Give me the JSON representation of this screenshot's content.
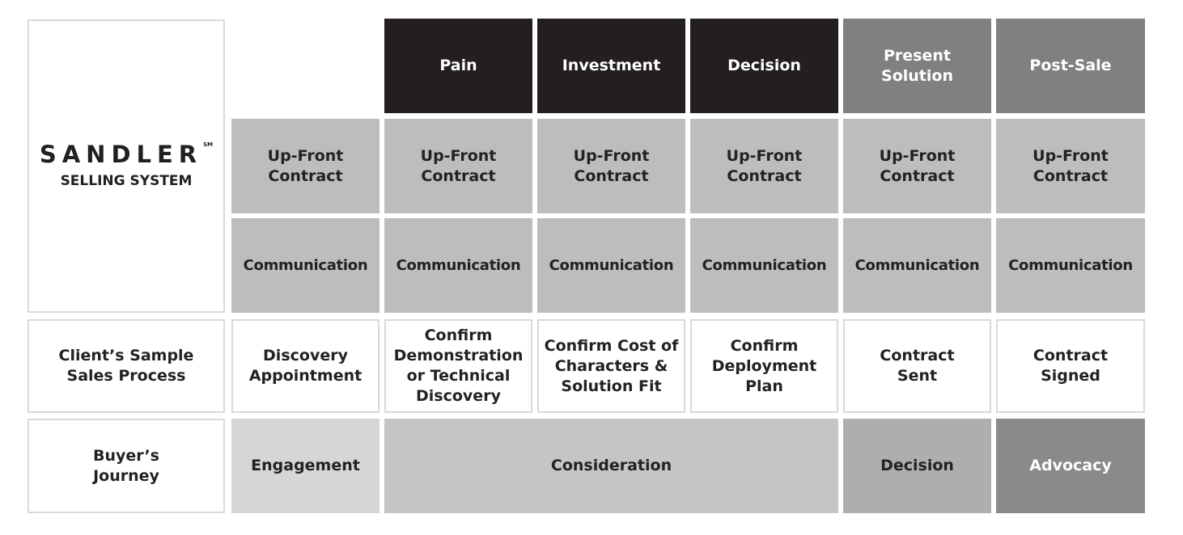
{
  "logo": {
    "brand": "SANDLER",
    "trademark": "SM",
    "subtitle": "SELLING SYSTEM"
  },
  "header_stages": [
    "Pain",
    "Investment",
    "Decision",
    "Present\nSolution",
    "Post-Sale"
  ],
  "upfront_row": [
    "Up-Front\nContract",
    "Up-Front\nContract",
    "Up-Front\nContract",
    "Up-Front\nContract",
    "Up-Front\nContract",
    "Up-Front\nContract"
  ],
  "communication_row": [
    "Communication",
    "Communication",
    "Communication",
    "Communication",
    "Communication",
    "Communication"
  ],
  "sales_process": {
    "label": "Client’s Sample\nSales Process",
    "steps": [
      "Discovery\nAppointment",
      "Confirm\nDemonstration\nor Technical\nDiscovery",
      "Confirm Cost of\nCharacters &\nSolution Fit",
      "Confirm\nDeployment\nPlan",
      "Contract\nSent",
      "Contract\nSigned"
    ]
  },
  "buyers_journey": {
    "label": "Buyer’s\nJourney",
    "engagement": "Engagement",
    "consideration": "Consideration",
    "decision": "Decision",
    "advocacy": "Advocacy"
  },
  "colors": {
    "black": "#231f20",
    "dark_gray": "#808080",
    "light_gray": "#bdbdbf",
    "outline": "#d9d9d9"
  }
}
